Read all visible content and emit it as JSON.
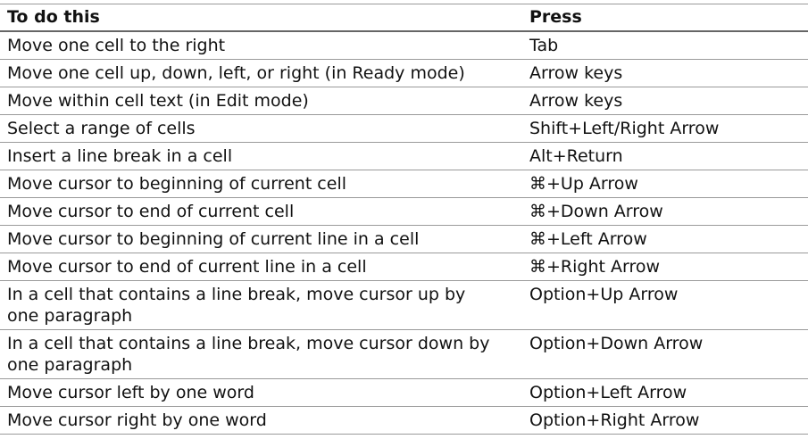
{
  "table": {
    "headers": [
      "To do this",
      "Press"
    ],
    "rows": [
      [
        "Move one cell to the right",
        "Tab"
      ],
      [
        "Move one cell up, down, left, or right (in Ready mode)",
        "Arrow keys"
      ],
      [
        "Move within cell text (in Edit mode)",
        "Arrow keys"
      ],
      [
        "Select a range of cells",
        "Shift+Left/Right Arrow"
      ],
      [
        "Insert a line break in a cell",
        "Alt+Return"
      ],
      [
        "Move cursor to beginning of current cell",
        "⌘+Up Arrow"
      ],
      [
        "Move cursor to end of current cell",
        "⌘+Down Arrow"
      ],
      [
        "Move cursor to beginning of current line in a cell",
        "⌘+Left Arrow"
      ],
      [
        "Move cursor to end of current line in a cell",
        "⌘+Right Arrow"
      ],
      [
        "In a cell that contains a line break, move cursor up by one paragraph",
        "Option+Up Arrow"
      ],
      [
        "In a cell that contains a line break, move cursor down by one paragraph",
        "Option+Down Arrow"
      ],
      [
        "Move cursor left by one word",
        "Option+Left Arrow"
      ],
      [
        "Move cursor right by one word",
        "Option+Right Arrow"
      ]
    ]
  }
}
